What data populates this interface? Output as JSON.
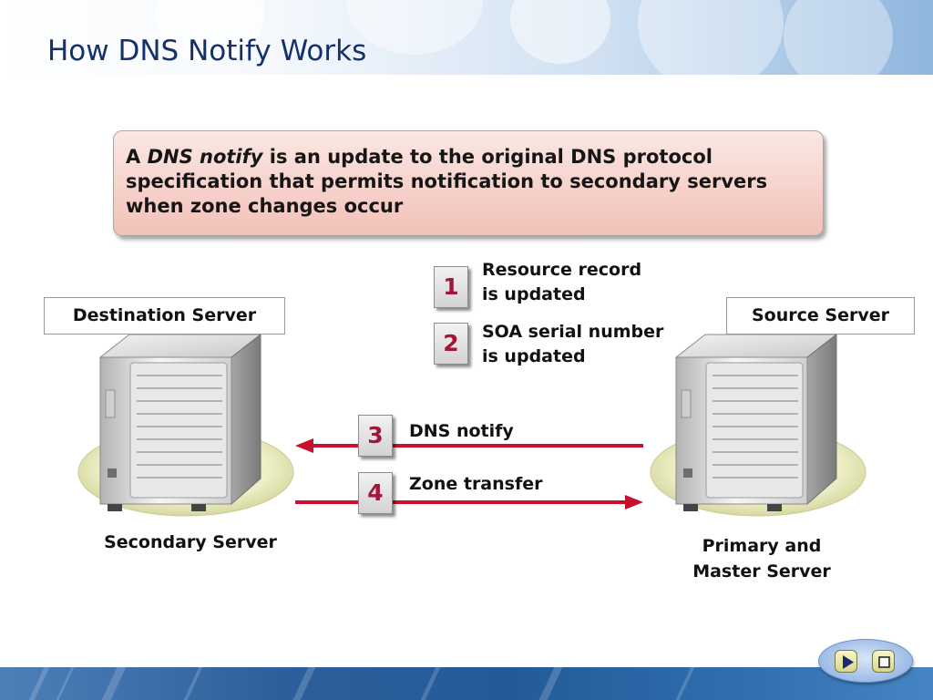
{
  "slide": {
    "title": "How DNS Notify Works"
  },
  "definition": {
    "prefix": "A ",
    "term": "DNS notify",
    "rest": " is an update to the original DNS protocol specification that permits notification to secondary servers when zone changes occur"
  },
  "labels": {
    "destination": "Destination Server",
    "source": "Source Server"
  },
  "steps": [
    {
      "number": "1",
      "line1": "Resource record",
      "line2": "is updated"
    },
    {
      "number": "2",
      "line1": "SOA serial number",
      "line2": "is updated"
    },
    {
      "number": "3",
      "line1": "DNS notify",
      "direction": "to destination"
    },
    {
      "number": "4",
      "line1": "Zone transfer",
      "direction": "to source"
    }
  ],
  "captions": {
    "secondary": "Secondary Server",
    "primary_line1": "Primary and",
    "primary_line2": "Master Server"
  },
  "colors": {
    "step_number": "#a3163a",
    "arrow": "#c8102e",
    "title": "#13326a",
    "definition_box": "#f3c1b8"
  },
  "icons": {
    "left_server": "tower-server-icon",
    "right_server": "tower-server-icon",
    "nav_play": "play-icon",
    "nav_stop": "stop-icon"
  }
}
